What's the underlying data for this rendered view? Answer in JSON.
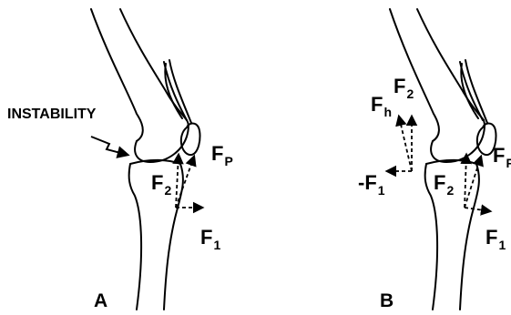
{
  "panel_a": {
    "label": "A",
    "instability": "INSTABILITY",
    "fp": {
      "main": "F",
      "sub": "P"
    },
    "f2": {
      "main": "F",
      "sub": "2"
    },
    "f1": {
      "main": "F",
      "sub": "1"
    }
  },
  "panel_b": {
    "label": "B",
    "fh": {
      "main": "F",
      "sub": "h"
    },
    "f2_top": {
      "main": "F",
      "sub": "2"
    },
    "fp": {
      "main": "F",
      "sub": "P"
    },
    "neg_f1": {
      "main": "-F",
      "sub": "1"
    },
    "f2": {
      "main": "F",
      "sub": "2"
    },
    "f1": {
      "main": "F",
      "sub": "1"
    }
  },
  "colors": {
    "line": "#000000",
    "background": "#ffffff"
  }
}
